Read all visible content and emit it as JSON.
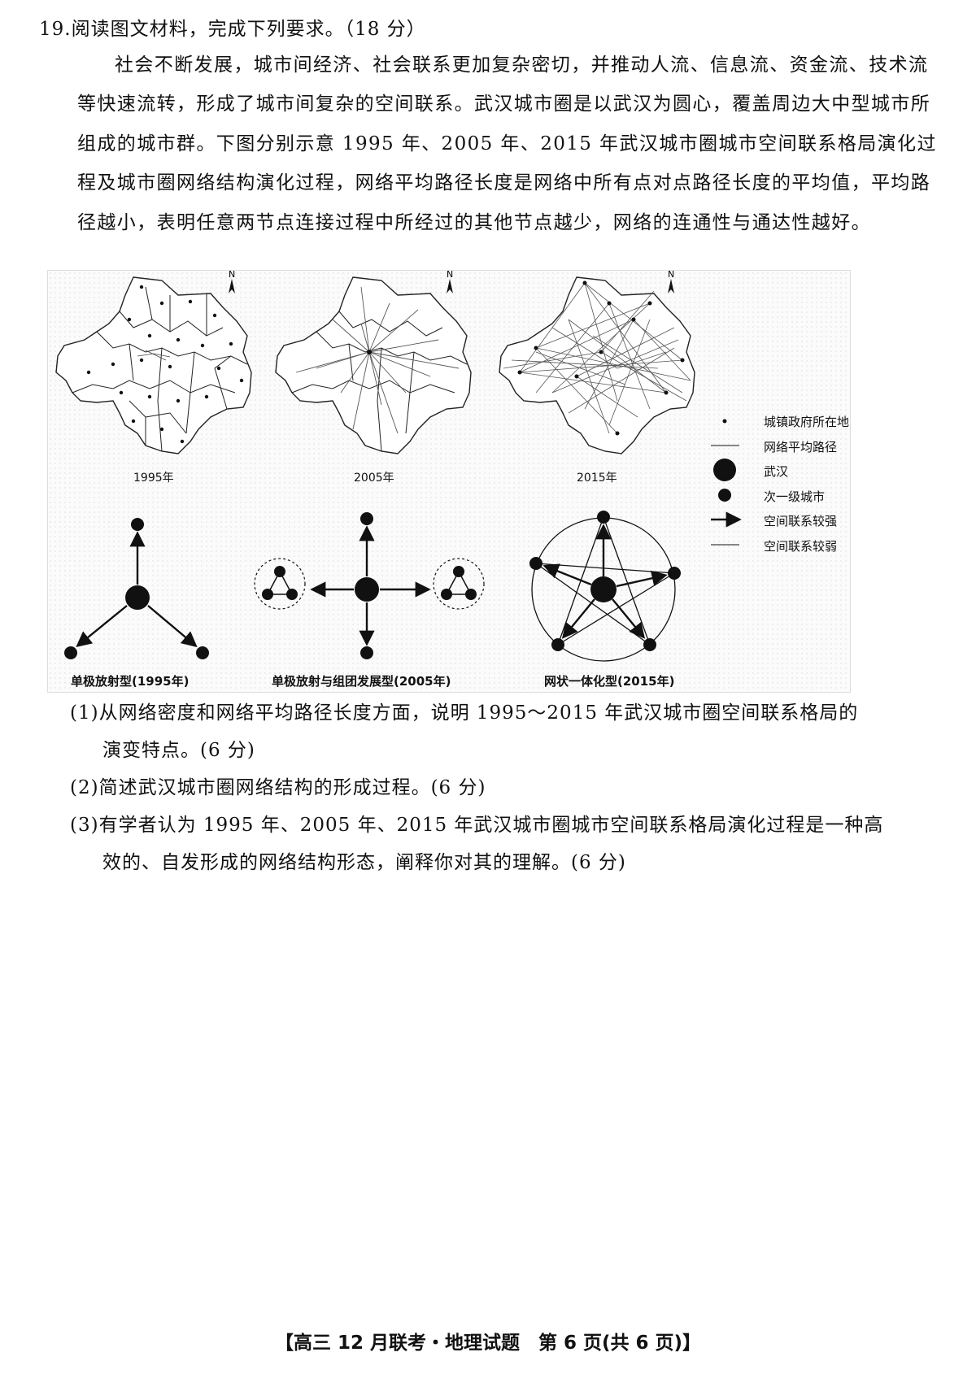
{
  "question": {
    "title": "19.阅读图文材料，完成下列要求。（18 分）",
    "paragraph": "社会不断发展，城市间经济、社会联系更加复杂密切，并推动人流、信息流、资金流、技术流等快速流转，形成了城市间复杂的空间联系。武汉城市圈是以武汉为圆心，覆盖周边大中型城市所组成的城市群。下图分别示意 1995 年、2005 年、2015 年武汉城市圈城市空间联系格局演化过程及城市圈网络结构演化过程，网络平均路径长度是网络中所有点对点路径长度的平均值，平均路径越小，表明任意两节点连接过程中所经过的其他节点越少，网络的连通性与通达性越好。"
  },
  "figure": {
    "north_label": "N",
    "maps": [
      {
        "year": "1995年"
      },
      {
        "year": "2005年"
      },
      {
        "year": "2015年"
      }
    ],
    "legend": [
      {
        "label": "城镇政府所在地"
      },
      {
        "label": "网络平均路径"
      },
      {
        "label": "武汉"
      },
      {
        "label": "次一级城市"
      },
      {
        "label": "空间联系较强"
      },
      {
        "label": "空间联系较弱"
      }
    ],
    "diagrams": [
      {
        "caption": "单极放射型(1995年)"
      },
      {
        "caption": "单极放射与组团发展型(2005年)"
      },
      {
        "caption": "网状一体化型(2015年)"
      }
    ]
  },
  "sub_questions": [
    {
      "line1": "(1)从网络密度和网络平均路径长度方面，说明 1995～2015 年武汉城市圈空间联系格局的",
      "line2": "演变特点。(6 分)"
    },
    {
      "line1": "(2)简述武汉城市圈网络结构的形成过程。(6 分)",
      "line2": ""
    },
    {
      "line1": "(3)有学者认为 1995 年、2005 年、2015 年武汉城市圈城市空间联系格局演化过程是一种高",
      "line2": "效的、自发形成的网络结构形态，阐释你对其的理解。(6 分)"
    }
  ],
  "footer": "【高三 12 月联考・地理试题　第 6 页(共 6 页)】"
}
